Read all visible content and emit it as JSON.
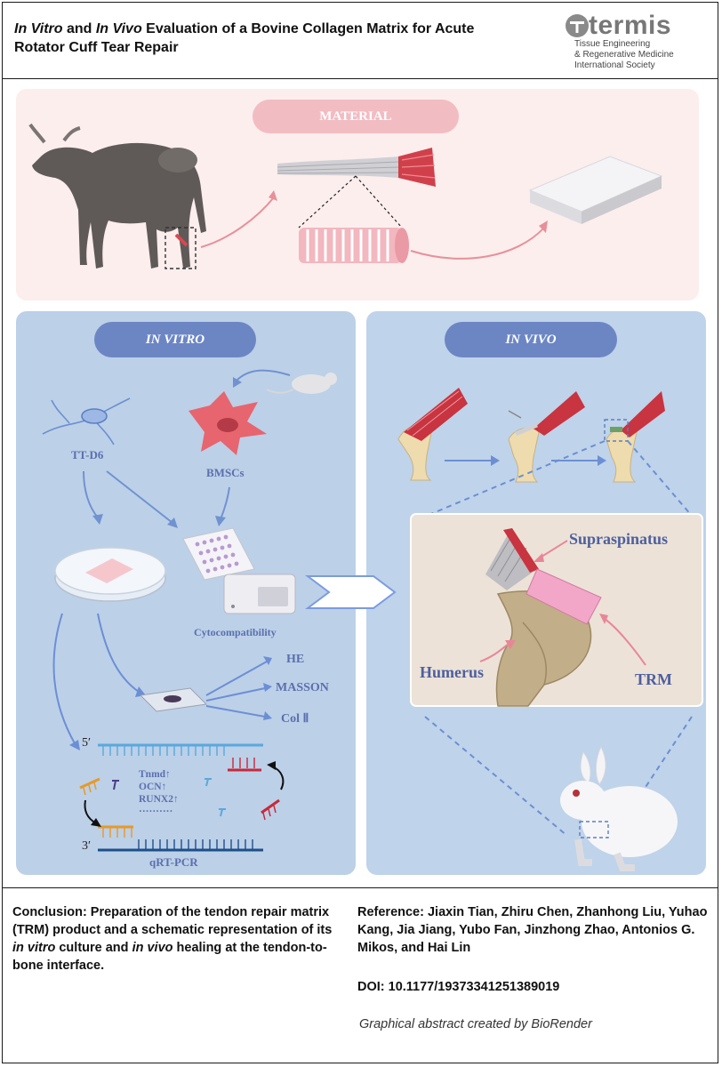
{
  "header": {
    "title_part1": "In Vitro",
    "title_part2": " and ",
    "title_part3": "In Vivo",
    "title_part4": " Evaluation of a Bovine Collagen Matrix for Acute Rotator Cuff Tear Repair",
    "logo": {
      "wordmark": "termis",
      "subtitle_line1": "Tissue Engineering",
      "subtitle_line2": "& Regenerative Medicine",
      "subtitle_line3": "International Society"
    }
  },
  "material": {
    "pill_label": "MATERIAL"
  },
  "in_vitro": {
    "pill_label": "IN VITRO",
    "cell_line_label": "TT-D6",
    "stem_cell_label": "BMSCs",
    "plate_label": "Cytocompatibility",
    "stains": [
      "HE",
      "MASSON",
      "Col Ⅱ"
    ],
    "pcr": {
      "five_prime": "5′",
      "three_prime": "3′",
      "genes": [
        "Tnmd↑",
        "OCN↑",
        "RUNX2↑",
        "··········"
      ],
      "method_label": "qRT-PCR"
    }
  },
  "in_vivo": {
    "pill_label": "IN VIVO",
    "labels": {
      "supraspinatus": "Supraspinatus",
      "humerus": "Humerus",
      "trm": "TRM"
    }
  },
  "footer": {
    "conclusion_prefix": "Conclusion: Preparation of the tendon repair matrix (TRM) product and a schematic representation of its ",
    "conclusion_italic1": "in vitro",
    "conclusion_mid": " culture and ",
    "conclusion_italic2": "in vivo",
    "conclusion_suffix": " healing at the tendon-to-bone interface.",
    "reference_label": "Reference:",
    "reference_authors": "Jiaxin Tian, Zhiru Chen, Zhanhong Liu, Yuhao Kang, Jia Jiang, Yubo Fan, Jinzhong Zhao, Antonios G. Mikos, and Hai Lin",
    "doi": "DOI: 10.1177/19373341251389019",
    "credit": "Graphical abstract created by BioRender"
  },
  "colors": {
    "material_bg": "#fbeeed",
    "material_pill": "#f2bcc3",
    "vitro_bg": "#bcd0e8",
    "vivo_bg": "#bfd3ea",
    "pill_blue": "#6c86c4",
    "label_blue": "#5b6fae",
    "muscle_red": "#c8343f",
    "bone": "#efdcae"
  }
}
